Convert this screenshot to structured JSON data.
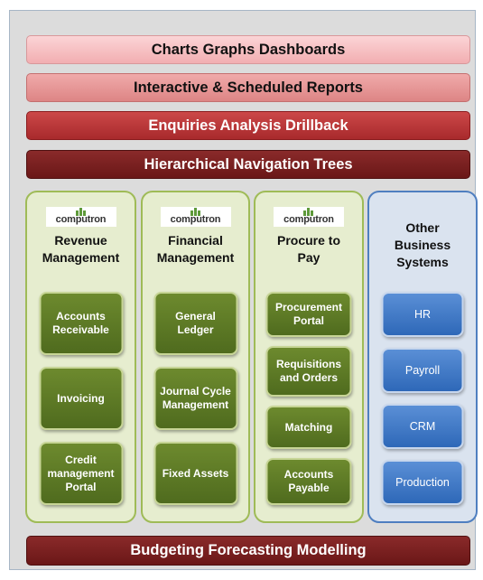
{
  "bars": {
    "charts": "Charts Graphs Dashboards",
    "reports": "Interactive & Scheduled Reports",
    "enquiries": "Enquiries  Analysis  Drillback",
    "navigation": "Hierarchical Navigation Trees",
    "budgeting": "Budgeting  Forecasting  Modelling"
  },
  "logo_text": "computron",
  "columns": [
    {
      "title": "Revenue\nManagement",
      "items": [
        "Accounts\nReceivable",
        "Invoicing",
        "Credit\nmanagement\nPortal"
      ]
    },
    {
      "title": "Financial\nManagement",
      "items": [
        "General\nLedger",
        "Journal Cycle\nManagement",
        "Fixed Assets"
      ]
    },
    {
      "title": "Procure to\nPay",
      "items": [
        "Procurement\nPortal",
        "Requisitions\nand Orders",
        "Matching",
        "Accounts\nPayable"
      ]
    },
    {
      "title": "Other\nBusiness\nSystems",
      "items": [
        "HR",
        "Payroll",
        "CRM",
        "Production"
      ]
    }
  ],
  "colors": {
    "green_box": "#5b7825",
    "blue_box": "#3d78c8",
    "dark_red_bar": "#7a1f1f",
    "red_bar": "#b83234"
  }
}
